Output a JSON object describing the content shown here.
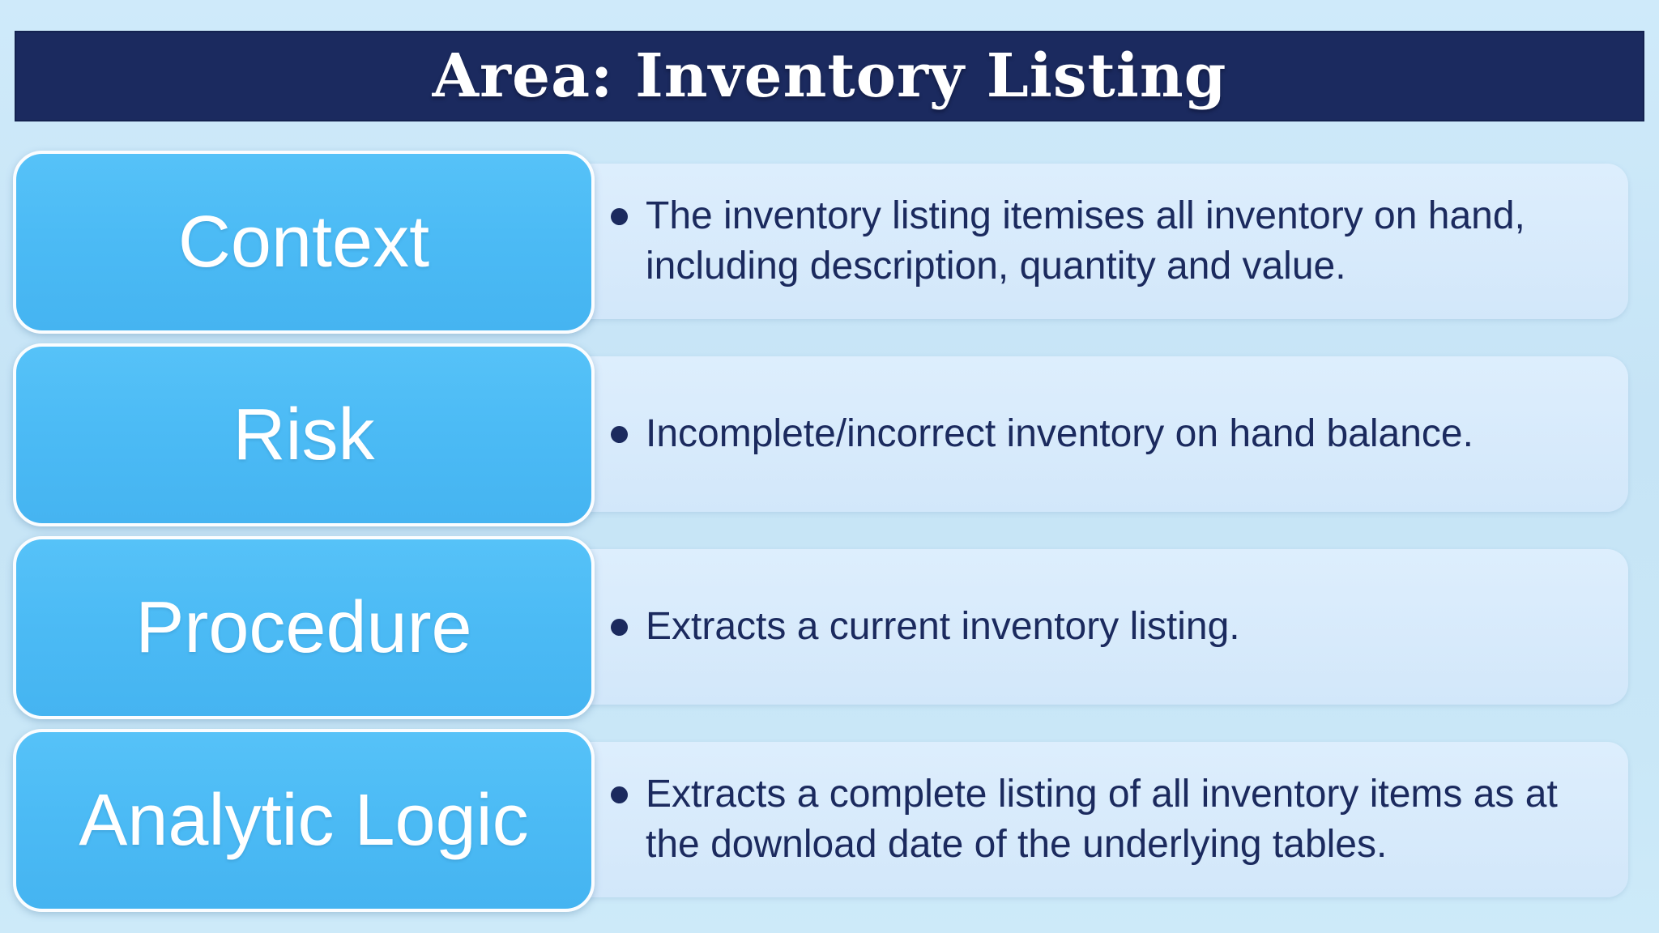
{
  "slide": {
    "title": "Area: Inventory Listing"
  },
  "rows": [
    {
      "label": "Context",
      "bullet": "The inventory listing itemises all inventory on hand, including description, quantity and value."
    },
    {
      "label": "Risk",
      "bullet": "Incomplete/incorrect inventory on hand balance."
    },
    {
      "label": "Procedure",
      "bullet": "Extracts a current inventory listing."
    },
    {
      "label": "Analytic Logic",
      "bullet": "Extracts a complete listing of all inventory items as at the download date of the underlying tables."
    }
  ],
  "colors": {
    "header_bg": "#1b2a5f",
    "header_text": "#ffffff",
    "box_fill": "#4cbbf5",
    "box_border": "#fbfdff",
    "panel_bg": "#d9ebfc",
    "body_text": "#1b2a5e",
    "page_bg": "#c9e6f8"
  }
}
